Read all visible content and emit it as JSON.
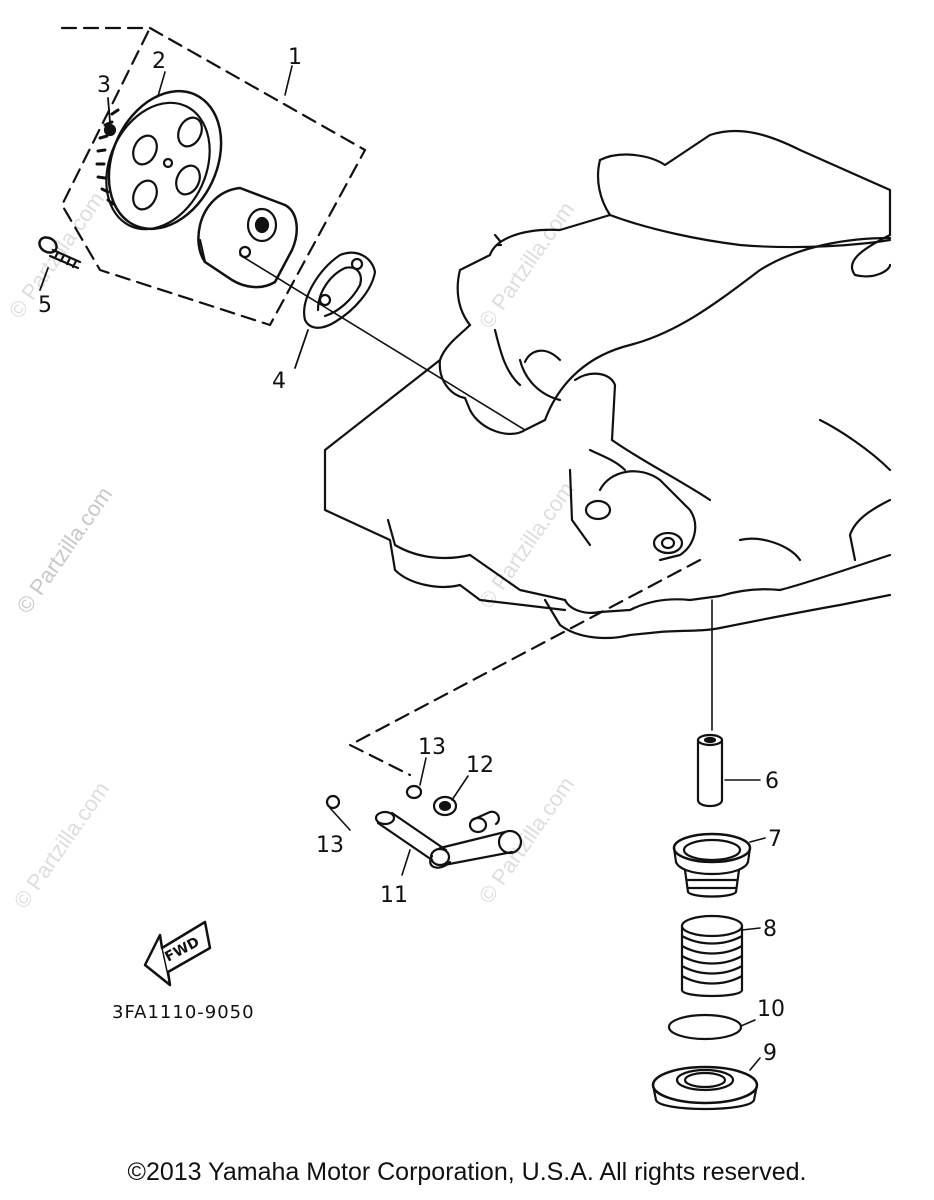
{
  "callouts": {
    "c1": "1",
    "c2": "2",
    "c3": "3",
    "c4": "4",
    "c5": "5",
    "c6": "6",
    "c7": "7",
    "c8": "8",
    "c9": "9",
    "c10": "10",
    "c11": "11",
    "c12": "12",
    "c13a": "13",
    "c13b": "13"
  },
  "fwd_label": "FWD",
  "diagram_code": "3FA1110-9050",
  "watermark": "© Partzilla.com",
  "copyright": "©2013  Yamaha Motor Corporation, U.S.A. All rights reserved.",
  "colors": {
    "ink": "#111111",
    "watermark": "#c8c8c8",
    "background": "#ffffff"
  }
}
